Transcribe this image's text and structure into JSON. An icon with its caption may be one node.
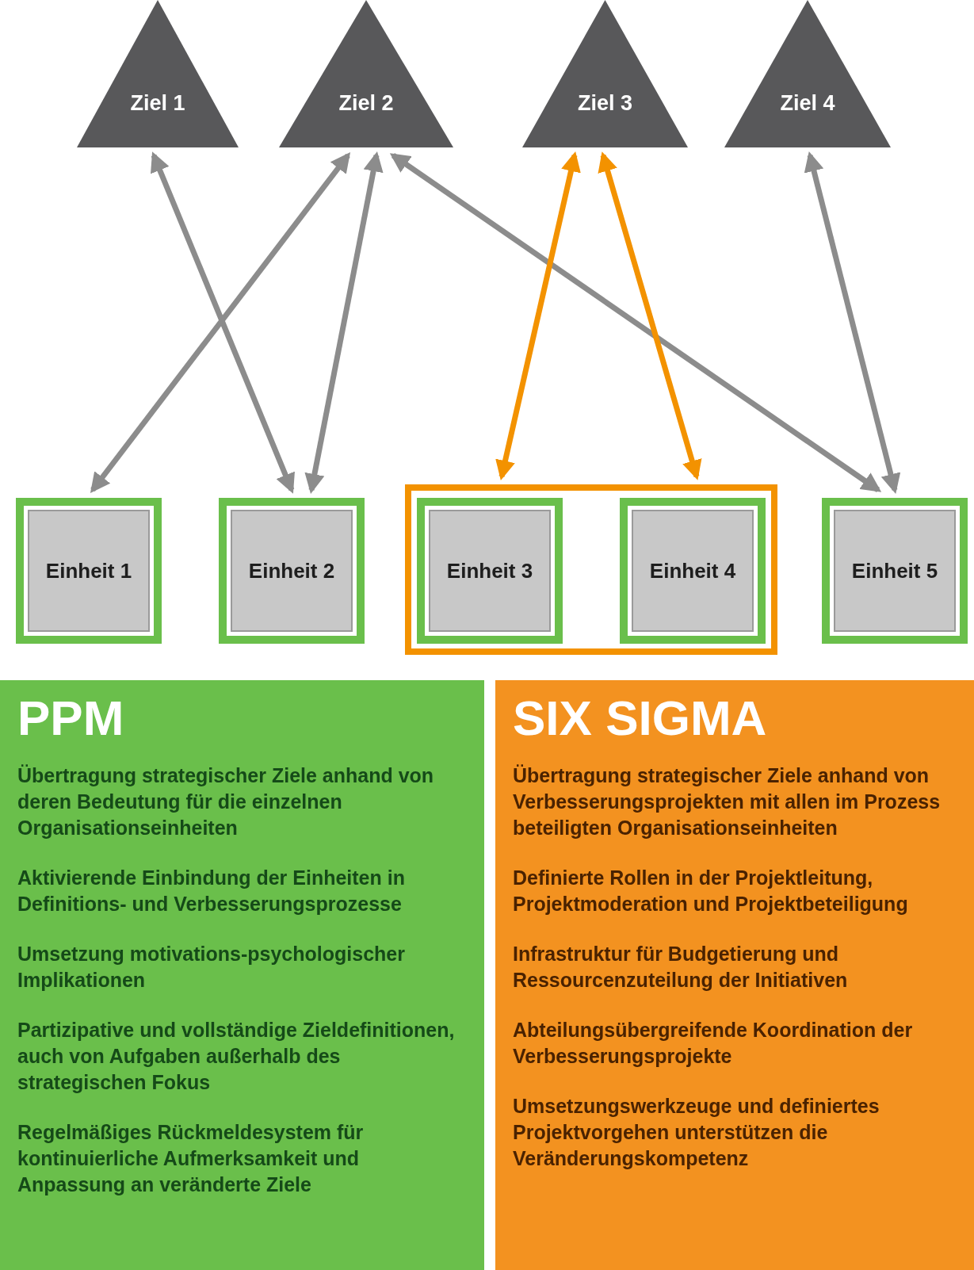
{
  "diagram": {
    "nodes": [
      {
        "text": [
          "Ziel 1"
        ]
      },
      {
        "text": [
          "Ziel 2"
        ]
      },
      {
        "text": [
          "Ziel 3"
        ]
      },
      {
        "text": [
          "Ziel 4"
        ]
      },
      {
        "text": [
          "Einheit 1"
        ]
      },
      {
        "text": [
          "Einheit 2"
        ]
      },
      {
        "text": [],
        "shape": "box"
      },
      {
        "text": [
          "Einheit 3"
        ],
        "in": 6
      },
      {
        "text": [
          "Einheit 4"
        ],
        "in": 6
      },
      {
        "text": [
          "Einheit 5"
        ]
      },
      {
        "text": [
          "PPM",
          "Übertragung strategischer Ziele anhand von deren Bedeutung für die einzelnen Organisationseinheiten",
          "Aktivierende Einbindung der Einheiten in Definitions- und Verbesserungsprozesse",
          "Umsetzung motivations-psychologischer Implikationen",
          "Partizipative und vollständige Zieldefinitionen, auch von Aufgaben außerhalb des strategischen Fokus",
          "Regelmäßiges Rückmeldesystem für kontinuierliche Aufmerksamkeit und Anpassung an veränderte Ziele"
        ]
      },
      {
        "text": [
          "SIX SIGMA",
          "Übertragung strategischer Ziele anhand von Verbesserungsprojekten mit allen im Prozess beteiligten Organisationseinheiten",
          "Definierte Rollen in der Projektleitung, Projektmoderation und Projektbeteiligung",
          "Infrastruktur für Budgetierung und Ressourcenzuteilung der Initiativen",
          "Abteilungsübergreifende Koordination der Verbesserungsprojekte",
          "Umsetzungswerkzeuge und definiertes Projektvorgehen unterstützen die Veränderungskompetenz"
        ]
      }
    ],
    "edges": [
      {
        "from": 0,
        "to": 5,
        "arrow": "both"
      },
      {
        "from": 1,
        "to": 4,
        "arrow": "both"
      },
      {
        "from": 1,
        "to": 5,
        "arrow": "both"
      },
      {
        "from": 1,
        "to": 9,
        "arrow": "both"
      },
      {
        "from": 2,
        "to": 7,
        "arrow": "both",
        "color": "#f39200"
      },
      {
        "from": 2,
        "to": 8,
        "arrow": "both",
        "color": "#f39200"
      },
      {
        "from": 3,
        "to": 9,
        "arrow": "both"
      }
    ]
  }
}
